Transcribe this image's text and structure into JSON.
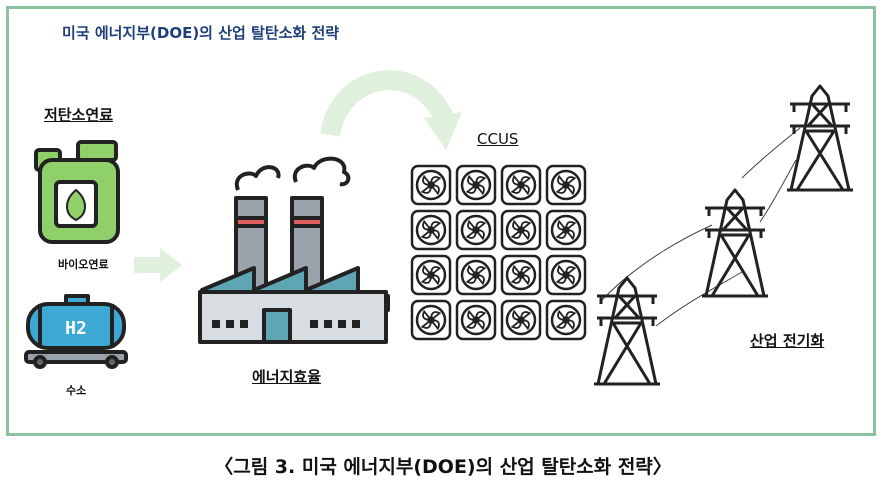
{
  "title": "미국 에너지부(DOE)의 산업 탈탄소화 전략",
  "labels": {
    "low_carbon_fuel": "저탄소연료",
    "biofuel": "바이오연료",
    "hydrogen": "수소",
    "h2_mark": "H2",
    "efficiency": "에너지효율",
    "ccus": "CCUS",
    "electrification": "산업 전기화"
  },
  "caption": "〈그림 3. 미국 에너지부(DOE)의 산업 탈탄소화 전략〉",
  "colors": {
    "border": "#8cc2a0",
    "title": "#1f3f7a",
    "arrow": "#dff0dc",
    "factory": "#5ea6b4",
    "canister": "#8fd06a",
    "tank": "#3fa9d6"
  }
}
